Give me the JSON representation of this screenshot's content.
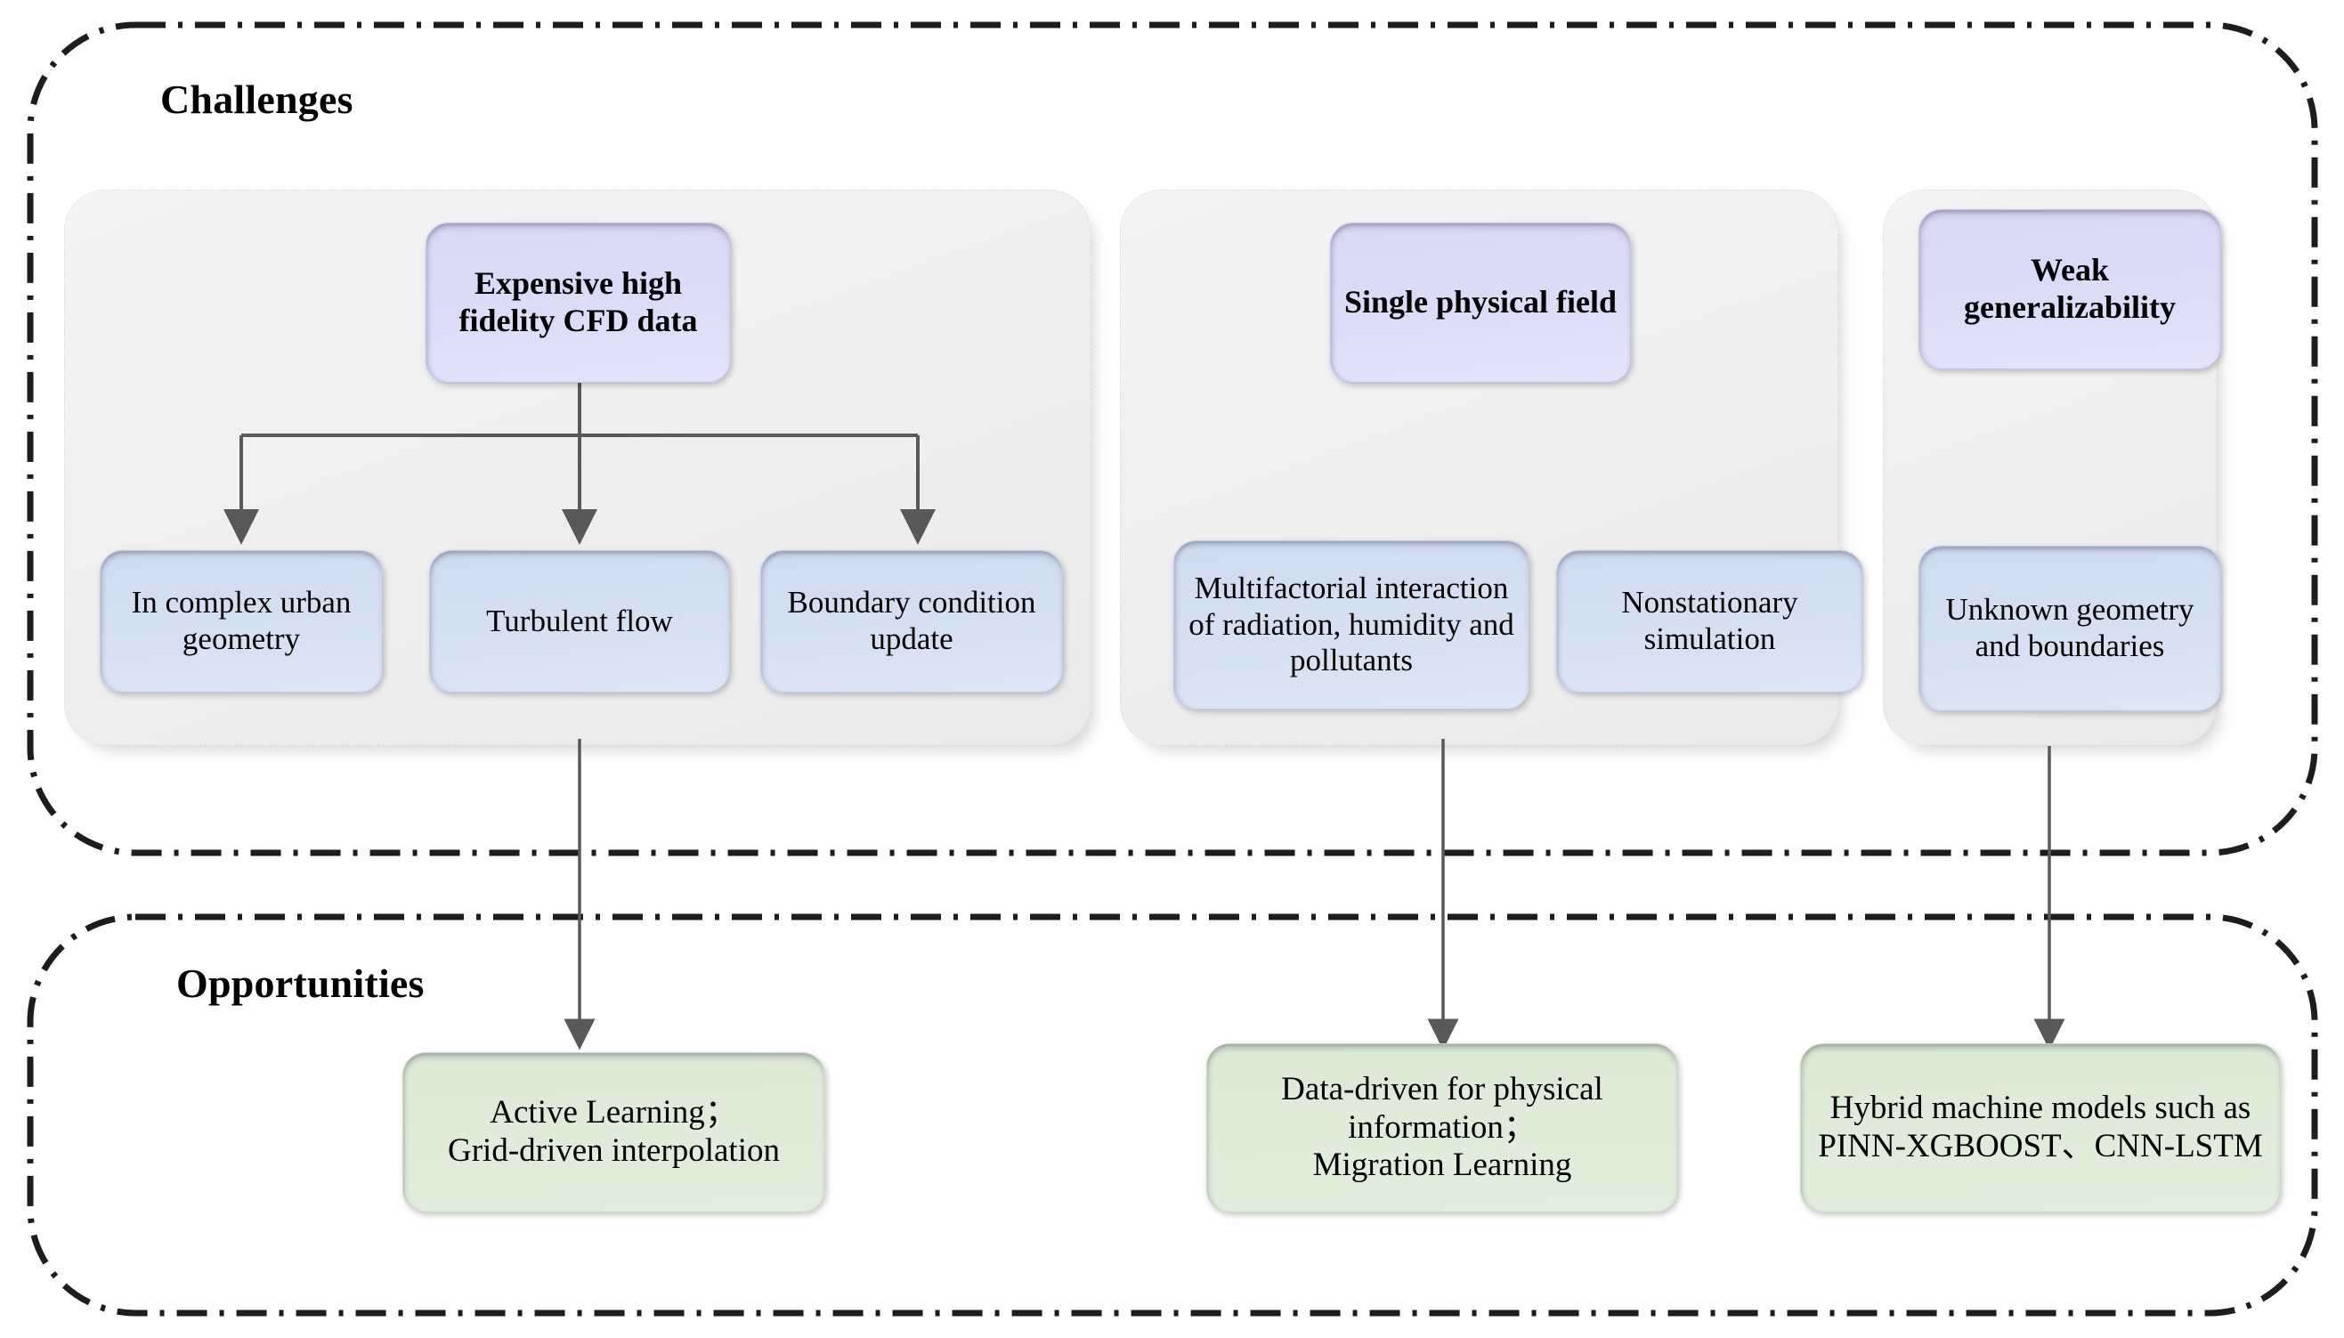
{
  "diagram": {
    "regions": [
      {
        "id": "challenges",
        "title": "Challenges"
      },
      {
        "id": "opportunities",
        "title": "Opportunities"
      }
    ],
    "groups": [
      {
        "id": "group-1",
        "head": {
          "label": "Expensive high fidelity CFD data",
          "color": "#dcdcf7"
        },
        "children": [
          {
            "label": "In complex urban geometry",
            "color": "#d5e0f0"
          },
          {
            "label": "Turbulent flow",
            "color": "#d5e0f0"
          },
          {
            "label": "Boundary condition update",
            "color": "#d5e0f0"
          }
        ]
      },
      {
        "id": "group-2",
        "head": {
          "label": "Single physical field",
          "color": "#dcdcf7"
        },
        "children": [
          {
            "label": "Multifactorial interaction of radiation, humidity and pollutants",
            "color": "#d5e0f0"
          },
          {
            "label": "Nonstationary simulation",
            "color": "#d5e0f0"
          }
        ]
      },
      {
        "id": "group-3",
        "head": {
          "label": "Weak generalizability",
          "color": "#dcdcf7"
        },
        "children": [
          {
            "label": "Unknown geometry and boundaries",
            "color": "#d5e0f0"
          }
        ]
      }
    ],
    "opportunities": [
      {
        "id": "opp-1",
        "label": "Active Learning；\nGrid-driven interpolation",
        "color": "#dfecd9"
      },
      {
        "id": "opp-2",
        "label": "Data-driven for physical information；\nMigration Learning",
        "color": "#dfecd9"
      },
      {
        "id": "opp-3",
        "label": "Hybrid machine models such as PINN-XGBOOST、CNN-LSTM",
        "color": "#dfecd9"
      }
    ],
    "colors": {
      "border_dashdot": "#1d1d1d",
      "panel_fill": "#efefef",
      "connector": "#595959",
      "text": "#000000"
    }
  }
}
